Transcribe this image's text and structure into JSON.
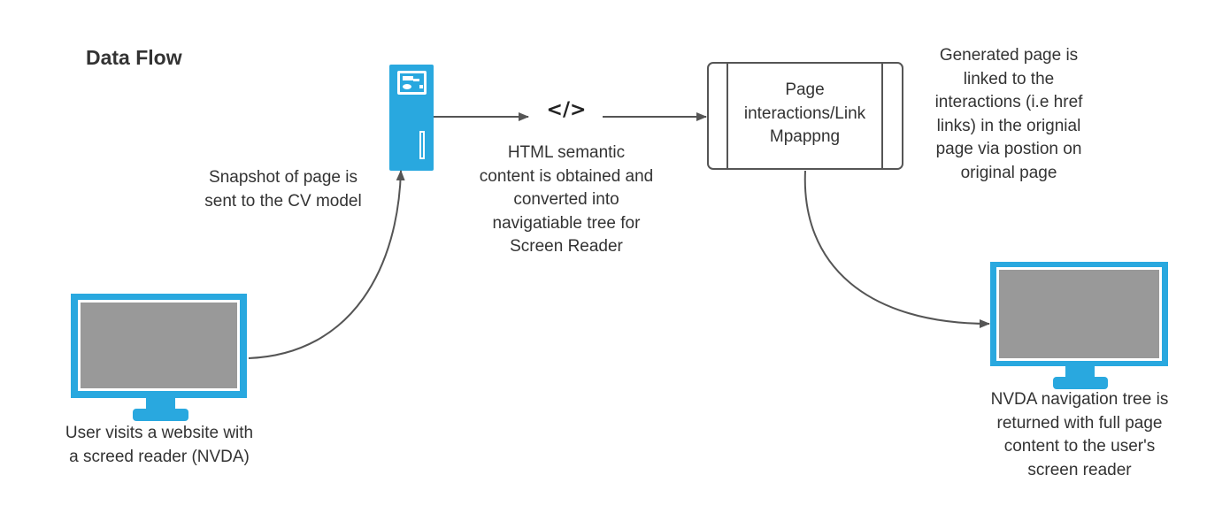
{
  "title": "Data Flow",
  "labels": {
    "user_monitor": "User visits a website with\na screed reader (NVDA)",
    "snapshot": "Snapshot of page is\nsent to the CV model",
    "html_content": "HTML  semantic\ncontent is obtained and\nconverted into\nnavigatiable tree for\nScreen Reader",
    "page_box": "Page\ninteractions/Link\nMpappng",
    "generated": "Generated page is\nlinked to the\ninteractions (i.e href\nlinks) in the orignial\npage via postion on\noriginal page",
    "nvda_result": "NVDA  navigation tree is\nreturned with full page\ncontent to the user's\nscreen reader"
  },
  "code_symbol": "</>",
  "icons": {
    "user_monitor": "monitor-icon",
    "server": "server-icon",
    "code": "code-icon",
    "page_box": "process-box",
    "result_monitor": "monitor-icon"
  },
  "colors": {
    "accent": "#29a8df",
    "screen": "#999999",
    "line": "#555555",
    "text": "#333333"
  }
}
